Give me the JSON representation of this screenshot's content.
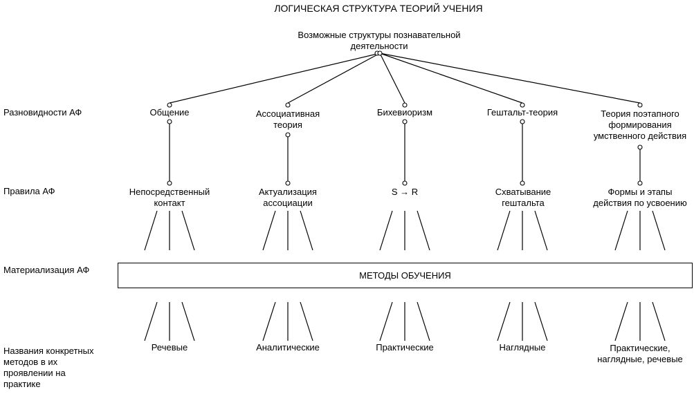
{
  "title": "ЛОГИЧЕСКАЯ СТРУКТУРА ТЕОРИЙ УЧЕНИЯ",
  "root": "Возможные структуры познавательной\nдеятельности",
  "row_labels": {
    "varieties": "Разновидности АФ",
    "rules": "Правила АФ",
    "materialization": "Материализация АФ",
    "names": "Названия конкретных\nметодов в их\nпроявлении на\nпрактике"
  },
  "theories": [
    "Общение",
    "Ассоциативная\nтеория",
    "Бихевиоризм",
    "Гештальт-теория",
    "Теория поэтапного\nформирования\nумственного действия"
  ],
  "rules": [
    "Непосредственный\nконтакт",
    "Актуализация\nассоциации",
    "S → R",
    "Схватывание\nгештальта",
    "Формы и этапы\nдействия по усвоению"
  ],
  "methods_box": "МЕТОДЫ ОБУЧЕНИЯ",
  "method_names": [
    "Речевые",
    "Аналитические",
    "Практические",
    "Наглядные",
    "Практические,\nнаглядные, речевые"
  ],
  "colors": {
    "line": "#000000",
    "background": "#ffffff",
    "text": "#000000"
  }
}
